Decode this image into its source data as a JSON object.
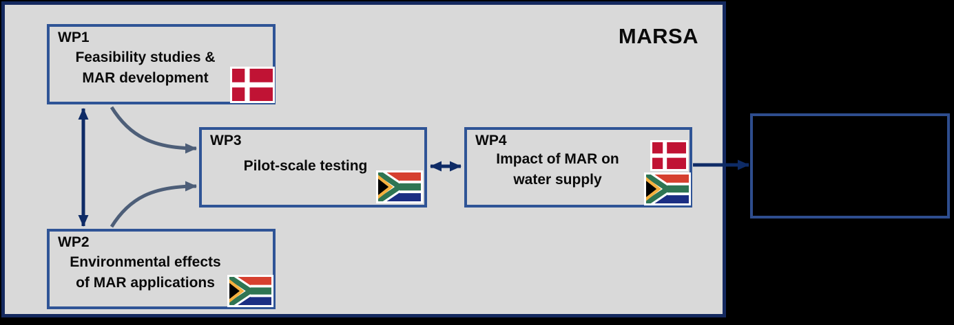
{
  "title": "MARSA",
  "work_packages": [
    {
      "id": "WP1",
      "lines": [
        "Feasibility studies &",
        "MAR development"
      ],
      "countries": [
        "Denmark"
      ]
    },
    {
      "id": "WP2",
      "lines": [
        "Environmental effects",
        "of MAR applications"
      ],
      "countries": [
        "South Africa"
      ]
    },
    {
      "id": "WP3",
      "lines": [
        "Pilot-scale testing"
      ],
      "countries": [
        "South Africa"
      ]
    },
    {
      "id": "WP4",
      "lines": [
        "Impact of MAR on",
        "water supply"
      ],
      "countries": [
        "Denmark",
        "South Africa"
      ]
    }
  ],
  "outcome_box": {
    "text": ""
  },
  "connections": [
    {
      "from": "WP1",
      "to": "WP2",
      "type": "bidirectional",
      "style": "straight"
    },
    {
      "from": "WP1",
      "to": "WP3",
      "type": "directed",
      "style": "curved"
    },
    {
      "from": "WP2",
      "to": "WP3",
      "type": "directed",
      "style": "curved"
    },
    {
      "from": "WP3",
      "to": "WP4",
      "type": "bidirectional",
      "style": "straight"
    },
    {
      "from": "WP4",
      "to": "outcome-box",
      "type": "directed",
      "style": "straight"
    }
  ],
  "colors": {
    "page_background": "#000000",
    "container_fill": "#D9D9D9",
    "container_border": "#14295F",
    "wp_box_border": "#2F5496",
    "straight_arrow": "#0E2B66",
    "curved_arrow": "#4D5E78",
    "outcome_box_border": "#2E4D8E",
    "outcome_box_fill": "#000000",
    "denmark_red": "#C01334",
    "sa_red": "#D6402F",
    "sa_green": "#2F7553",
    "sa_blue": "#1B2E83",
    "sa_gold": "#F5B03E"
  }
}
